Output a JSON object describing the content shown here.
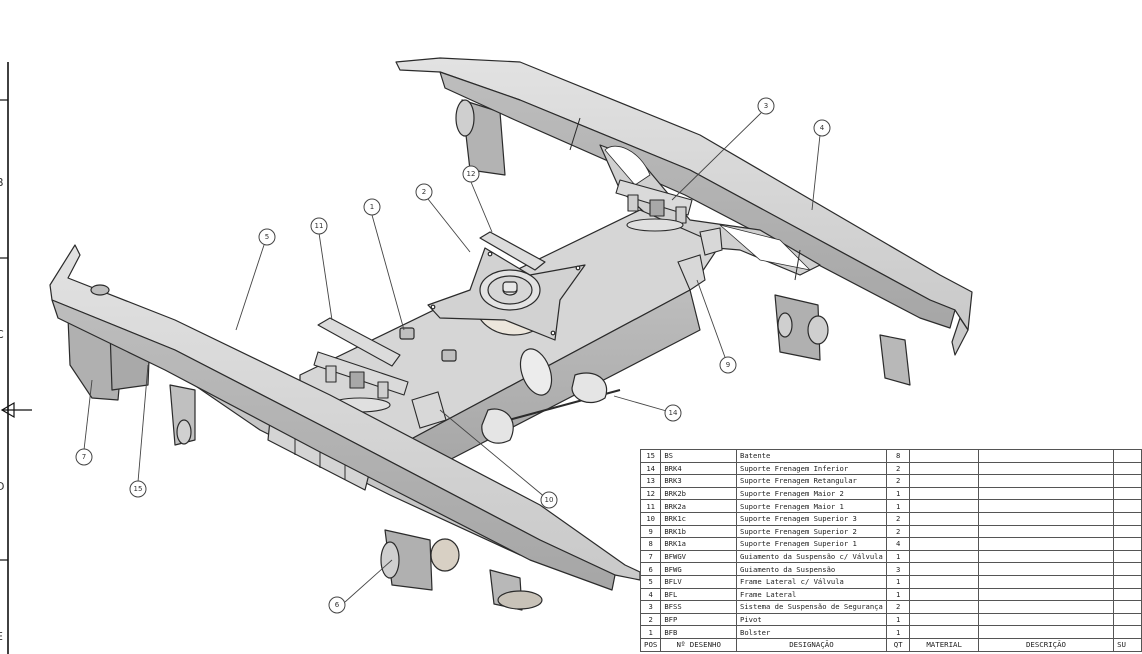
{
  "sheet": {
    "zone_letters": [
      "B",
      "C",
      "D",
      "E"
    ]
  },
  "balloons": [
    {
      "label": "1"
    },
    {
      "label": "2"
    },
    {
      "label": "3"
    },
    {
      "label": "4"
    },
    {
      "label": "5"
    },
    {
      "label": "6"
    },
    {
      "label": "7"
    },
    {
      "label": "9"
    },
    {
      "label": "10"
    },
    {
      "label": "11"
    },
    {
      "label": "12"
    },
    {
      "label": "14"
    },
    {
      "label": "15"
    }
  ],
  "bom": {
    "headers": {
      "pos": "POS",
      "drawing_no": "Nº DESENHO",
      "designation": "DESIGNAÇÃO",
      "qty": "QT",
      "material": "MATERIAL",
      "description": "DESCRIÇÃO",
      "su": "SU"
    },
    "rows": [
      {
        "pos": "15",
        "drawing_no": "BS",
        "designation": "Batente",
        "qty": "8",
        "material": "",
        "description": "",
        "su": ""
      },
      {
        "pos": "14",
        "drawing_no": "BRK4",
        "designation": "Suporte Frenagem Inferior",
        "qty": "2",
        "material": "",
        "description": "",
        "su": ""
      },
      {
        "pos": "13",
        "drawing_no": "BRK3",
        "designation": "Suporte Frenagem Retangular",
        "qty": "2",
        "material": "",
        "description": "",
        "su": ""
      },
      {
        "pos": "12",
        "drawing_no": "BRK2b",
        "designation": "Suporte Frenagem Maior 2",
        "qty": "1",
        "material": "",
        "description": "",
        "su": ""
      },
      {
        "pos": "11",
        "drawing_no": "BRK2a",
        "designation": "Suporte Frenagem Maior 1",
        "qty": "1",
        "material": "",
        "description": "",
        "su": ""
      },
      {
        "pos": "10",
        "drawing_no": "BRK1c",
        "designation": "Suporte Frenagem Superior 3",
        "qty": "2",
        "material": "",
        "description": "",
        "su": ""
      },
      {
        "pos": "9",
        "drawing_no": "BRK1b",
        "designation": "Suporte Frenagem Superior 2",
        "qty": "2",
        "material": "",
        "description": "",
        "su": ""
      },
      {
        "pos": "8",
        "drawing_no": "BRK1a",
        "designation": "Suporte Frenagem Superior 1",
        "qty": "4",
        "material": "",
        "description": "",
        "su": ""
      },
      {
        "pos": "7",
        "drawing_no": "BFWGV",
        "designation": "Guiamento da Suspensão c/ Válvula",
        "qty": "1",
        "material": "",
        "description": "",
        "su": ""
      },
      {
        "pos": "6",
        "drawing_no": "BFWG",
        "designation": "Guiamento da Suspensão",
        "qty": "3",
        "material": "",
        "description": "",
        "su": ""
      },
      {
        "pos": "5",
        "drawing_no": "BFLV",
        "designation": "Frame Lateral c/ Válvula",
        "qty": "1",
        "material": "",
        "description": "",
        "su": ""
      },
      {
        "pos": "4",
        "drawing_no": "BFL",
        "designation": "Frame Lateral",
        "qty": "1",
        "material": "",
        "description": "",
        "su": ""
      },
      {
        "pos": "3",
        "drawing_no": "BFSS",
        "designation": "Sistema de Suspensão de Segurança",
        "qty": "2",
        "material": "",
        "description": "",
        "su": ""
      },
      {
        "pos": "2",
        "drawing_no": "BFP",
        "designation": "Pivot",
        "qty": "1",
        "material": "",
        "description": "",
        "su": ""
      },
      {
        "pos": "1",
        "drawing_no": "BFB",
        "designation": "Bolster",
        "qty": "1",
        "material": "",
        "description": "",
        "su": ""
      }
    ]
  },
  "colors": {
    "part_fill": "#d9d9d9",
    "part_shade": "#b8b8b8",
    "part_dark": "#9a9a9a",
    "outline": "#2b2b2b",
    "leader": "#444444"
  }
}
